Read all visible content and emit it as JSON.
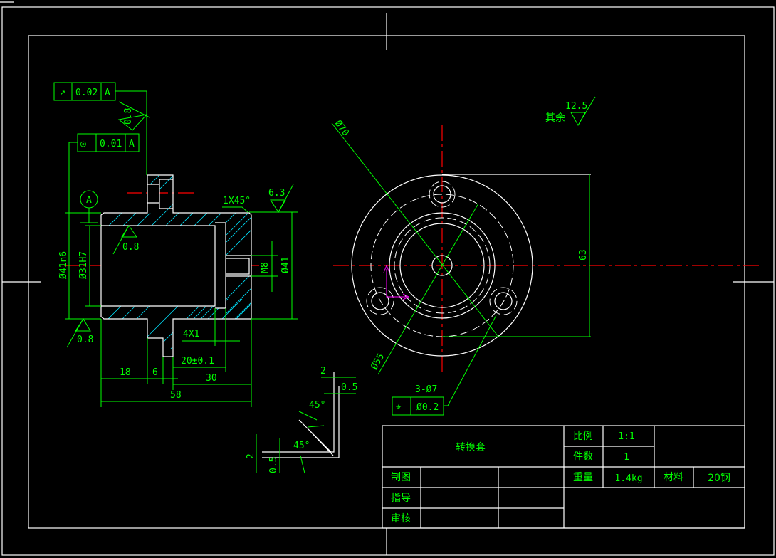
{
  "colors": {
    "background": "#000000",
    "outline": "#ffffff",
    "dimension": "#00ff00",
    "centerline": "#ff0000",
    "hatch": "#00e5ff",
    "ucs": "#ff00ff"
  },
  "title_block": {
    "part_name": "转换套",
    "scale_label": "比例",
    "scale_value": "1:1",
    "count_label": "件数",
    "count_value": "1",
    "weight_label": "重量",
    "weight_value": "1.4kg",
    "material_label": "材料",
    "material_value": "20钢",
    "drawn_label": "制图",
    "guide_label": "指导",
    "check_label": "审核"
  },
  "section_view": {
    "runout": {
      "symbol": "↗",
      "value": "0.02",
      "datum": "A"
    },
    "concentricity": {
      "symbol": "◎",
      "value": "0.01",
      "datum": "A"
    },
    "datum_label": "A",
    "roughness_top": "0.8",
    "roughness_bore": "0.8",
    "roughness_outer": "0.8",
    "roughness_right": "6.3",
    "chamfer": "1X45°",
    "dia_outer": "Ø41n6",
    "dia_bore": "Ø31H7",
    "thread": "M8",
    "dia_right": "Ø41",
    "groove": "4X1",
    "dim_20": "20±0.1",
    "dim_30": "30",
    "dim_18": "18",
    "dim_6": "6",
    "dim_58": "58"
  },
  "end_view": {
    "other_roughness_label": "其余",
    "other_roughness": "12.5",
    "dia_70": "Ø70",
    "dia_55": "Ø55",
    "dim_63": "63",
    "holes": "3-Ø7",
    "position": {
      "symbol": "⌖",
      "value": "Ø0.2"
    }
  },
  "detail_view": {
    "dim_2_top": "2",
    "dim_05_top": "0.5",
    "angle_1": "45°",
    "angle_2": "45°",
    "dim_2_left": "2",
    "dim_05_left": "0.5"
  }
}
